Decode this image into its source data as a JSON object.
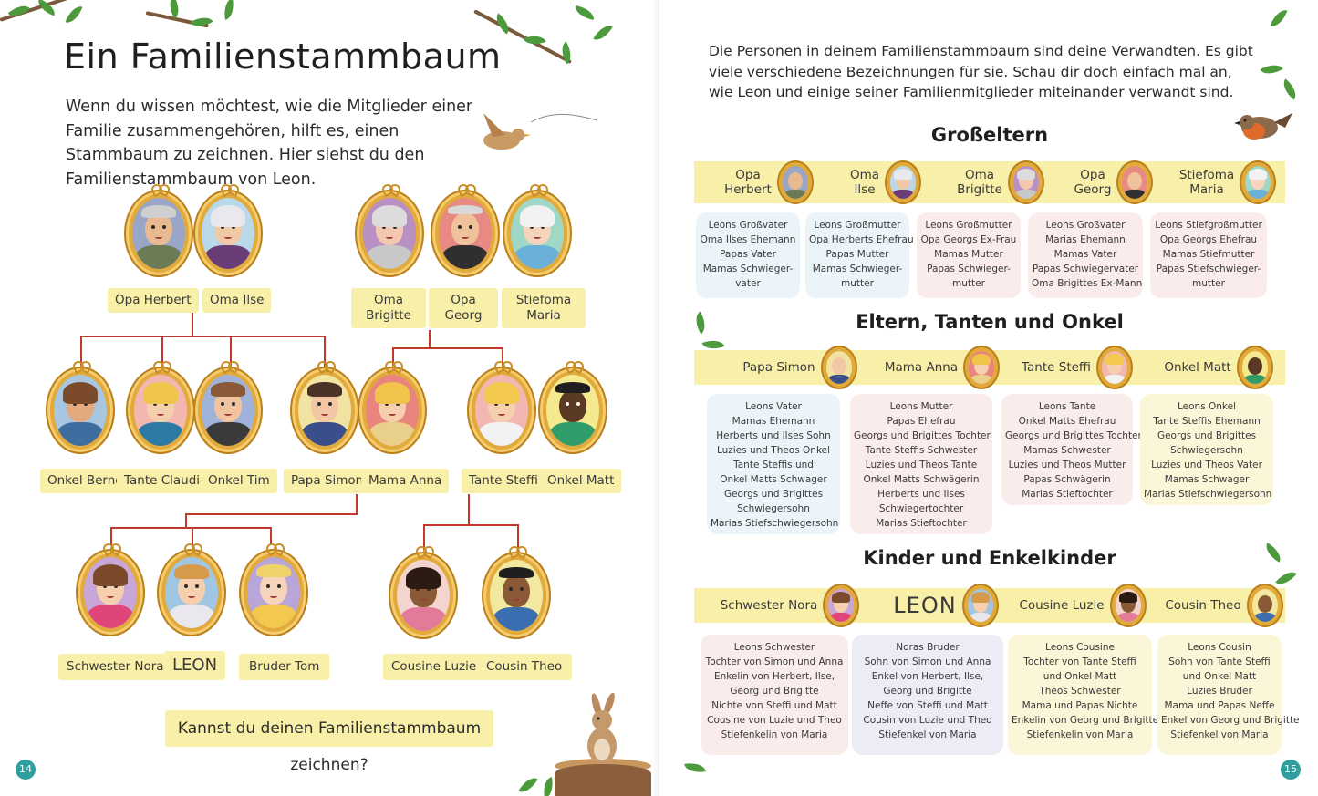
{
  "left": {
    "title": "Ein Familienstammbaum",
    "intro": "Wenn du wissen möchtest, wie die Mitglieder einer Familie zusammengehören, hilft es, einen Stammbaum zu zeichnen. Hier siehst du den Familienstammbaum von Leon.",
    "labels": {
      "opa_herbert": "Opa Herbert",
      "oma_ilse": "Oma Ilse",
      "oma_brigitte": "Oma\nBrigitte",
      "opa_georg": "Opa\nGeorg",
      "stiefoma_maria": "Stiefoma\nMaria",
      "onkel_bernd": "Onkel Bernd",
      "tante_claudia": "Tante Claudia",
      "onkel_tim": "Onkel Tim",
      "papa_simon": "Papa Simon",
      "mama_anna": "Mama Anna",
      "tante_steffi": "Tante Steffi",
      "onkel_matt": "Onkel Matt",
      "schwester_nora": "Schwester Nora",
      "leon": "LEON",
      "bruder_tom": "Bruder Tom",
      "cousine_luzie": "Cousine Luzie",
      "cousin_theo": "Cousin Theo"
    },
    "question": "Kannst du deinen Familienstammbaum zeichnen?",
    "page_number": "14"
  },
  "right": {
    "intro": "Die Personen in deinem Familienstammbaum sind deine Verwandten. Es gibt viele verschiedene Bezeichnungen für sie. Schau dir doch einfach mal an, wie Leon und einige seiner Familienmitglieder miteinander verwandt sind.",
    "sections": {
      "grosseltern": {
        "title": "Großeltern",
        "band": [
          "Opa\nHerbert",
          "Oma\nIlse",
          "Oma\nBrigitte",
          "Opa\nGeorg",
          "Stiefoma\nMaria"
        ],
        "cards": [
          [
            "Leons Großvater",
            "Oma Ilses Ehemann",
            "Papas Vater",
            "Mamas Schwieger-",
            "vater"
          ],
          [
            "Leons Großmutter",
            "Opa Herberts Ehefrau",
            "Papas Mutter",
            "Mamas Schwieger-",
            "mutter"
          ],
          [
            "Leons Großmutter",
            "Opa Georgs Ex-Frau",
            "Mamas Mutter",
            "Papas Schwieger-",
            "mutter"
          ],
          [
            "Leons Großvater",
            "Marias Ehemann",
            "Mamas Vater",
            "Papas Schwiegervater",
            "Oma Brigittes Ex-Mann"
          ],
          [
            "Leons Stiefgroßmutter",
            "Opa Georgs Ehefrau",
            "Mamas Stiefmutter",
            "Papas Stiefschwieger-",
            "mutter"
          ]
        ]
      },
      "eltern": {
        "title": "Eltern, Tanten und Onkel",
        "band": [
          "Papa Simon",
          "Mama Anna",
          "Tante Steffi",
          "Onkel Matt"
        ],
        "cards": [
          [
            "Leons Vater",
            "Mamas Ehemann",
            "Herberts und Ilses Sohn",
            "Luzies und Theos Onkel",
            "Tante Steffis und",
            "Onkel Matts Schwager",
            "Georgs und Brigittes",
            "Schwiegersohn",
            "Marias Stiefschwiegersohn"
          ],
          [
            "Leons Mutter",
            "Papas Ehefrau",
            "Georgs und Brigittes Tochter",
            "Tante Steffis Schwester",
            "Luzies und Theos Tante",
            "Onkel Matts Schwägerin",
            "Herberts und Ilses",
            "Schwiegertochter",
            "Marias Stieftochter"
          ],
          [
            "Leons Tante",
            "Onkel Matts Ehefrau",
            "Georgs und Brigittes Tochter",
            "Mamas Schwester",
            "Luzies und Theos Mutter",
            "Papas Schwägerin",
            "Marias Stieftochter"
          ],
          [
            "Leons Onkel",
            "Tante Steffis Ehemann",
            "Georgs und Brigittes",
            "Schwiegersohn",
            "Luzies und Theos Vater",
            "Mamas Schwager",
            "Marias Stiefschwiegersohn"
          ]
        ]
      },
      "kinder": {
        "title": "Kinder und Enkelkinder",
        "band": [
          "Schwester Nora",
          "LEON",
          "Cousine Luzie",
          "Cousin Theo"
        ],
        "cards": [
          [
            "Leons Schwester",
            "Tochter von Simon und Anna",
            "Enkelin von Herbert, Ilse,",
            "Georg und Brigitte",
            "Nichte von Steffi und Matt",
            "Cousine von Luzie und Theo",
            "Stiefenkelin von Maria"
          ],
          [
            "Noras Bruder",
            "Sohn von Simon und Anna",
            "Enkel von Herbert, Ilse,",
            "Georg und Brigitte",
            "Neffe von Steffi und Matt",
            "Cousin von Luzie und Theo",
            "Stiefenkel von Maria"
          ],
          [
            "Leons Cousine",
            "Tochter von Tante Steffi",
            "und Onkel Matt",
            "Theos Schwester",
            "Mama und Papas Nichte",
            "Enkelin von Georg und Brigitte",
            "Stiefenkelin von Maria"
          ],
          [
            "Leons Cousin",
            "Sohn von Tante Steffi",
            "und Onkel Matt",
            "Luzies Bruder",
            "Mama und Papas Neffe",
            "Enkel von Georg und Brigitte",
            "Stiefenkel von Maria"
          ]
        ]
      }
    },
    "page_number": "15"
  },
  "colors": {
    "label_bg": "#f8efa8",
    "tree_line": "#c0392b",
    "frame_gold": "#e2a93b",
    "page_number_bg": "#2f9e9e"
  }
}
